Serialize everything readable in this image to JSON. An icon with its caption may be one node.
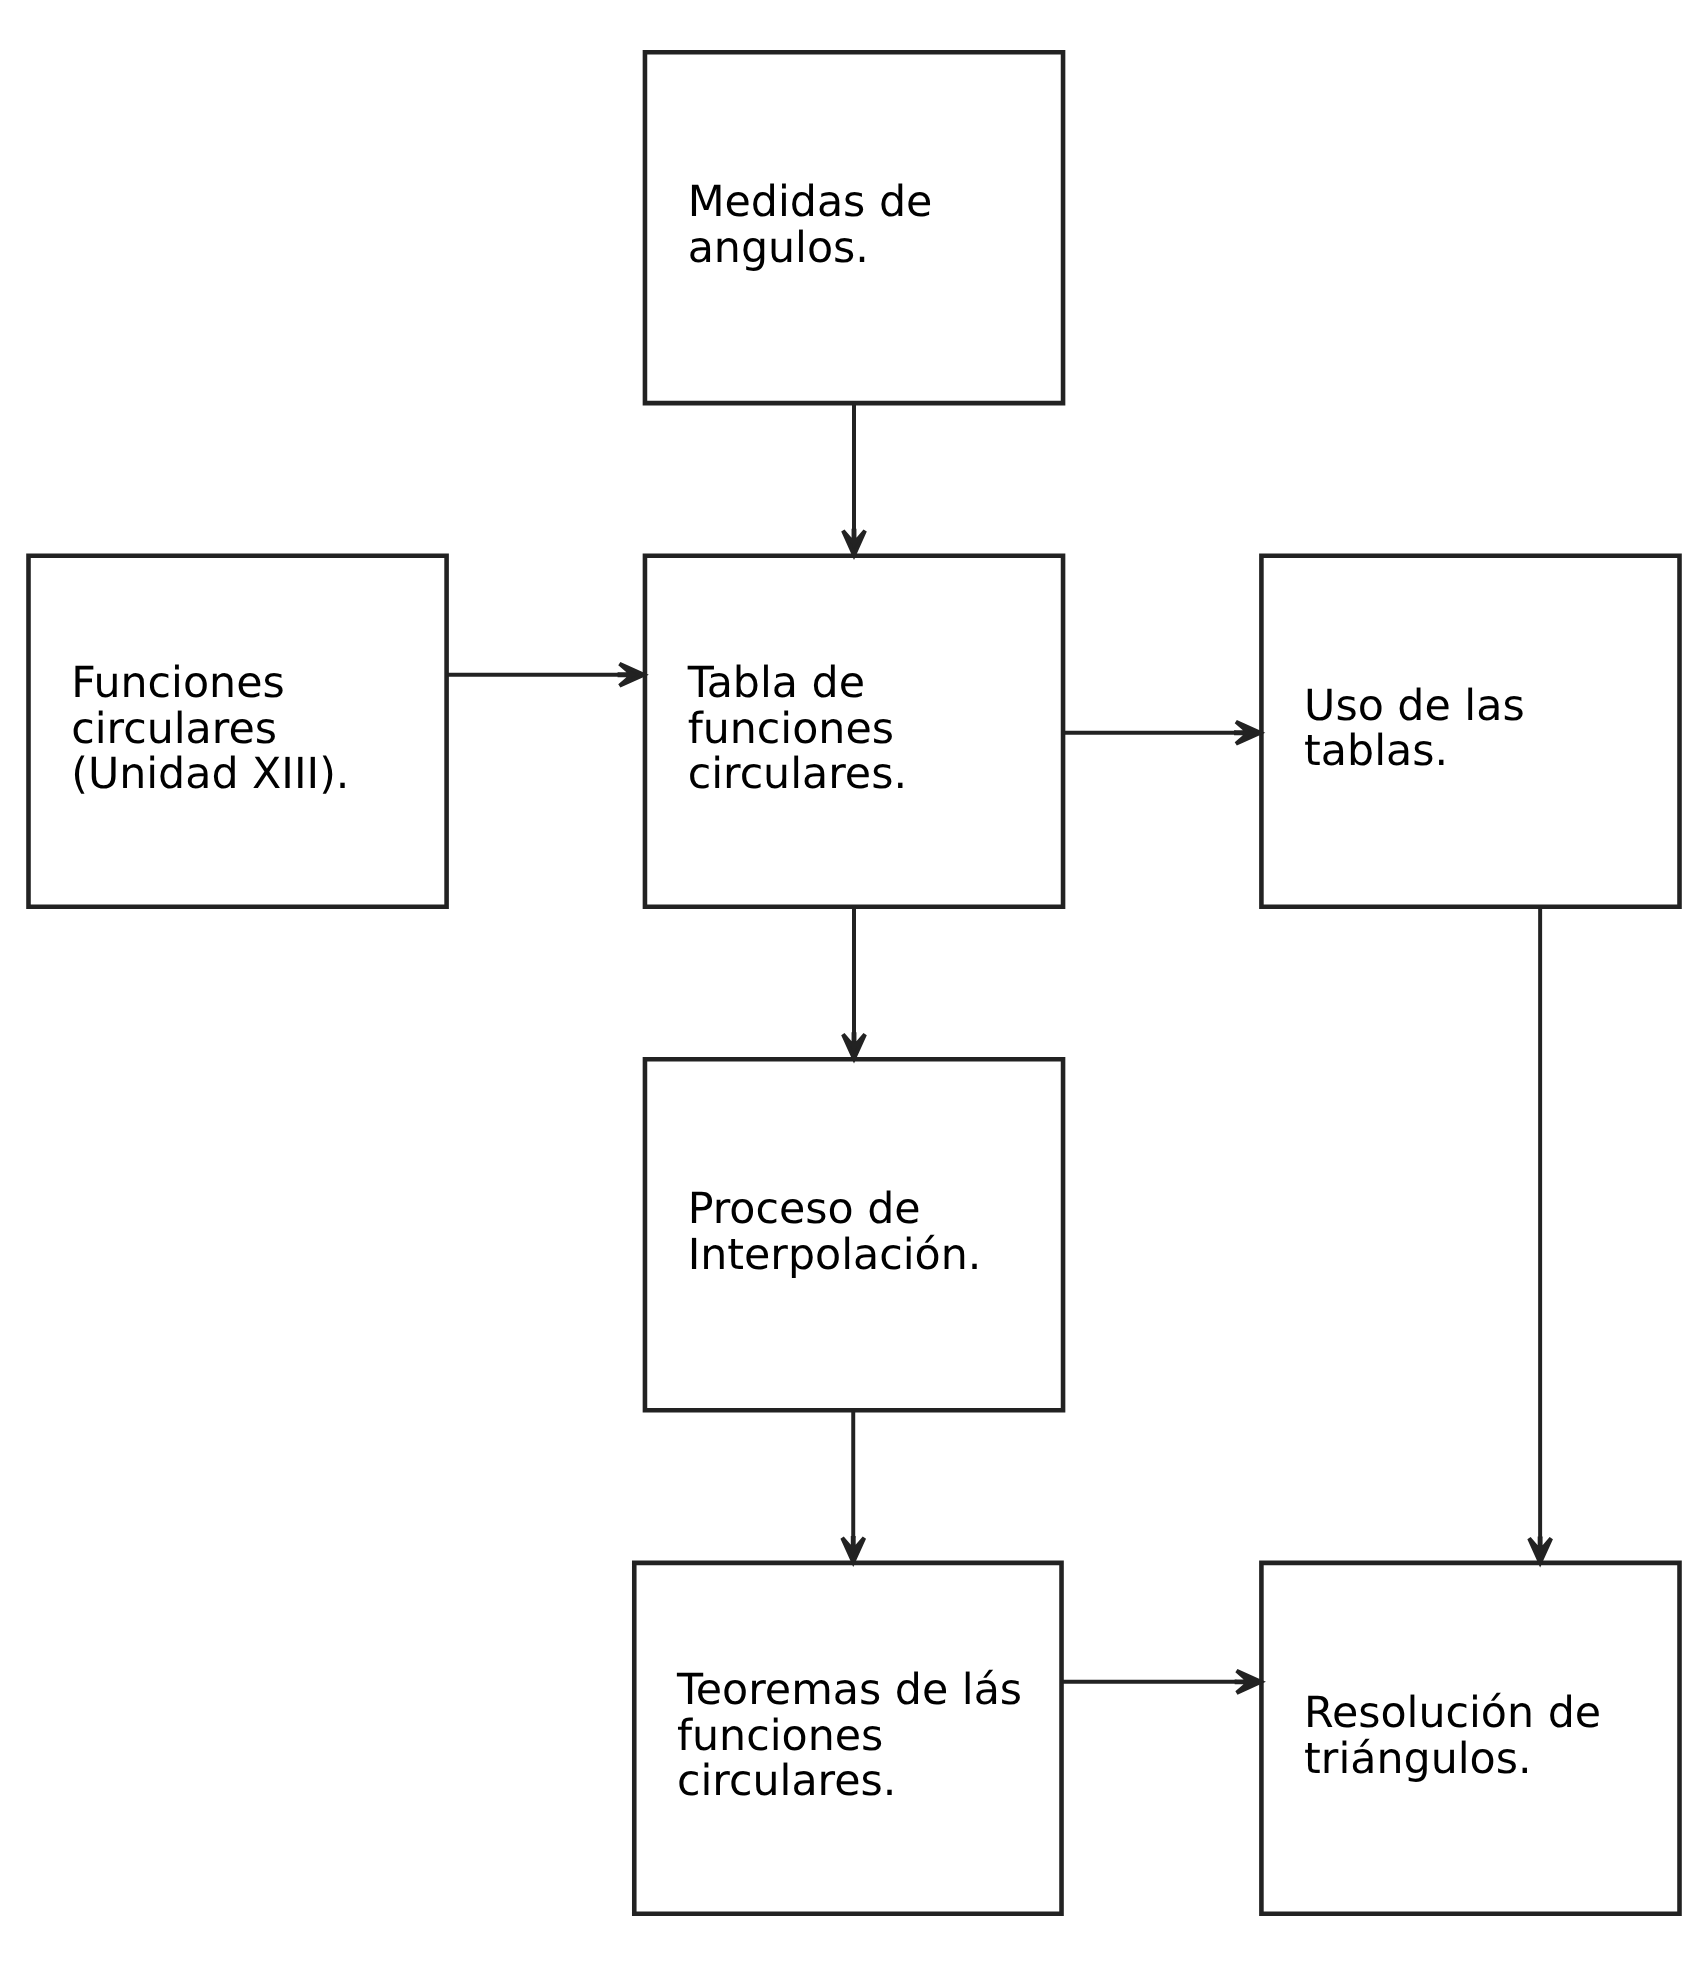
{
  "diagram": {
    "nodes": [
      {
        "text": [
          "Medidas de angulos."
        ]
      },
      {
        "text": [
          "Funciones circulares (Unidad XIII)."
        ]
      },
      {
        "text": [
          "Tabla de funciones circulares."
        ]
      },
      {
        "text": [
          "Uso de las tablas."
        ]
      },
      {
        "text": [
          "Proceso de Interpolación."
        ]
      },
      {
        "text": [
          "Teoremas de lás funciones circulares."
        ]
      },
      {
        "text": [
          "Resolución de triángulos."
        ]
      }
    ],
    "edges": [
      {
        "from": 0,
        "to": 2,
        "arrow": "to"
      },
      {
        "from": 1,
        "to": 2,
        "arrow": "to"
      },
      {
        "from": 2,
        "to": 3,
        "arrow": "to"
      },
      {
        "from": 2,
        "to": 4,
        "arrow": "to"
      },
      {
        "from": 3,
        "to": 6,
        "arrow": "to"
      },
      {
        "from": 4,
        "to": 5,
        "arrow": "to"
      },
      {
        "from": 5,
        "to": 6,
        "arrow": "to"
      }
    ]
  }
}
